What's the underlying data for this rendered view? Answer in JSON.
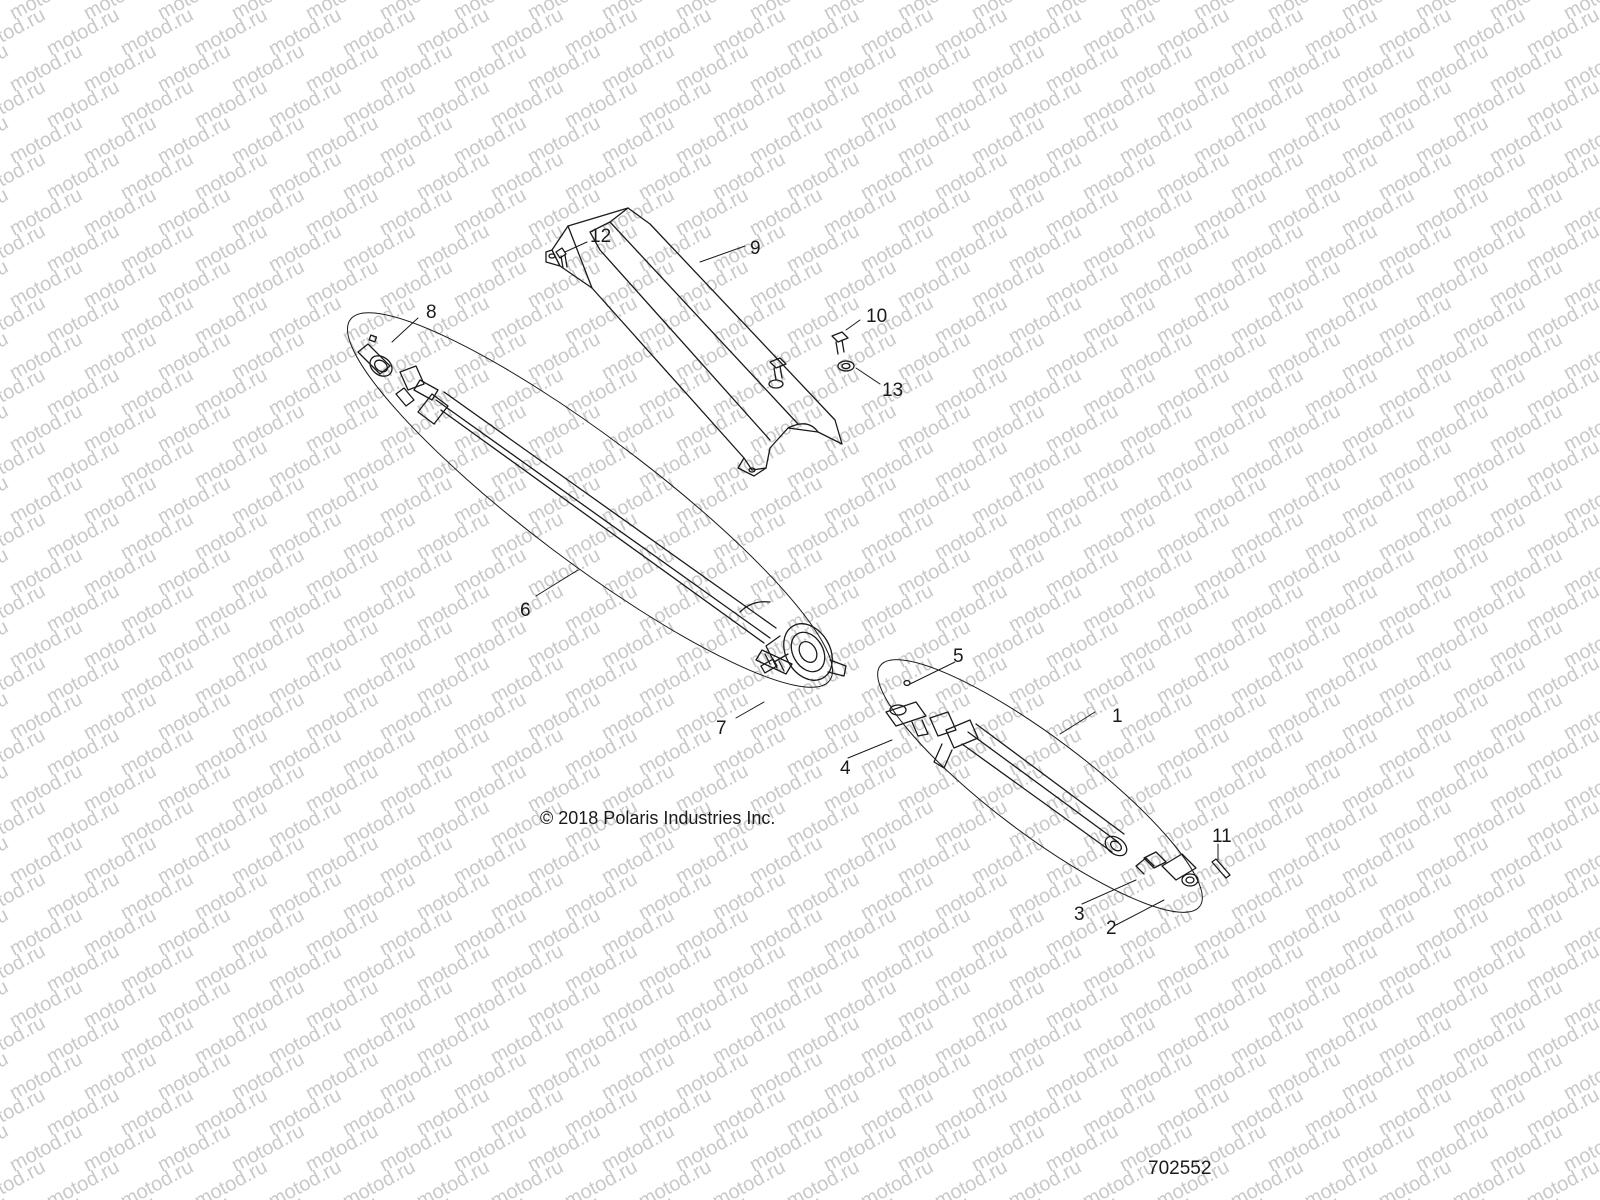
{
  "watermark": {
    "text": "motod.ru",
    "color": "#c9c9c9"
  },
  "callouts": [
    {
      "id": "1",
      "label": "1"
    },
    {
      "id": "2",
      "label": "2"
    },
    {
      "id": "3",
      "label": "3"
    },
    {
      "id": "4",
      "label": "4"
    },
    {
      "id": "5",
      "label": "5"
    },
    {
      "id": "6",
      "label": "6"
    },
    {
      "id": "7",
      "label": "7"
    },
    {
      "id": "8",
      "label": "8"
    },
    {
      "id": "9",
      "label": "9"
    },
    {
      "id": "10",
      "label": "10"
    },
    {
      "id": "11",
      "label": "11"
    },
    {
      "id": "12",
      "label": "12"
    },
    {
      "id": "13",
      "label": "13"
    }
  ],
  "copyright": "© 2018 Polaris Industries Inc.",
  "drawing_id": "702552",
  "colors": {
    "line": "#1a1a1a",
    "watermark": "#c9c9c9"
  }
}
